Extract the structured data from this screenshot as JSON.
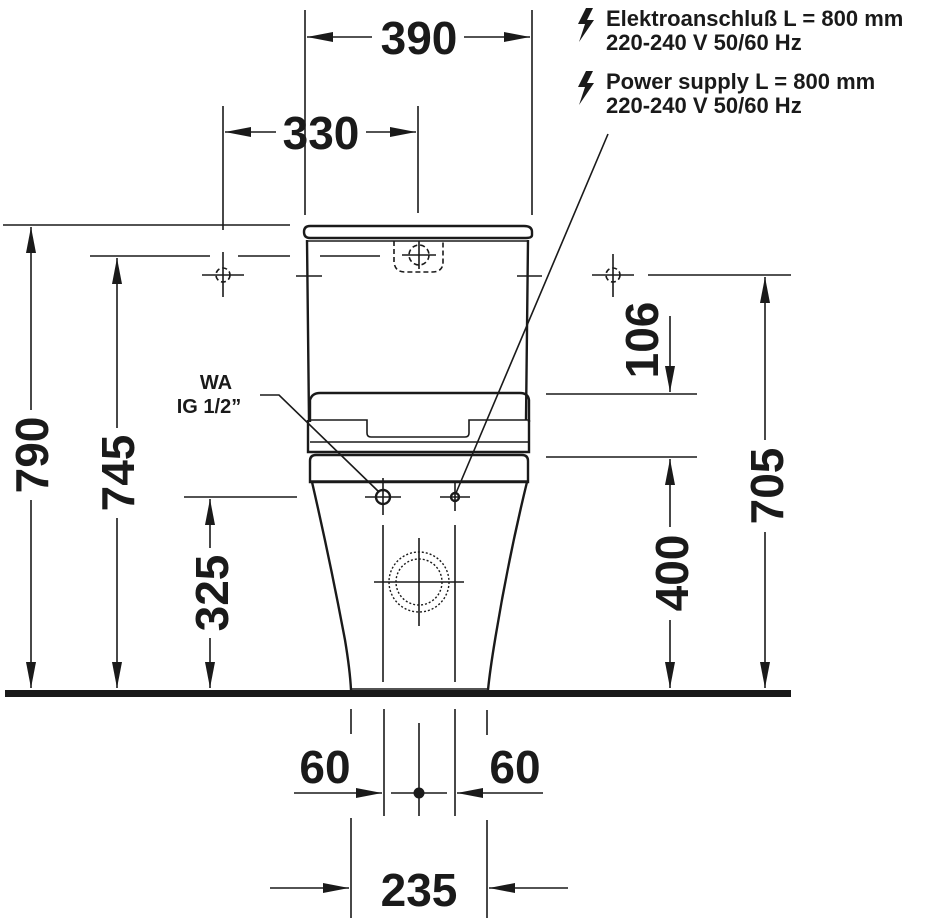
{
  "notes": {
    "electrical_de": {
      "line1": "Elektroanschluß L = 800 mm",
      "line2": "220-240 V  50/60 Hz",
      "icon": "lightning-bolt-icon"
    },
    "electrical_en": {
      "line1": "Power supply L = 800 mm",
      "line2": "220-240 V  50/60 Hz",
      "icon": "lightning-bolt-icon"
    }
  },
  "water_inlet": {
    "line1": "WA",
    "line2": "IG 1/2”"
  },
  "dimensions": {
    "top_width_390": "390",
    "top_width_330": "330",
    "height_790": "790",
    "height_745": "745",
    "height_325": "325",
    "height_106": "106",
    "height_400": "400",
    "height_705": "705",
    "bottom_60_left": "60",
    "bottom_60_right": "60",
    "bottom_235": "235"
  },
  "colors": {
    "line": "#1a1a1a",
    "background": "#ffffff"
  }
}
